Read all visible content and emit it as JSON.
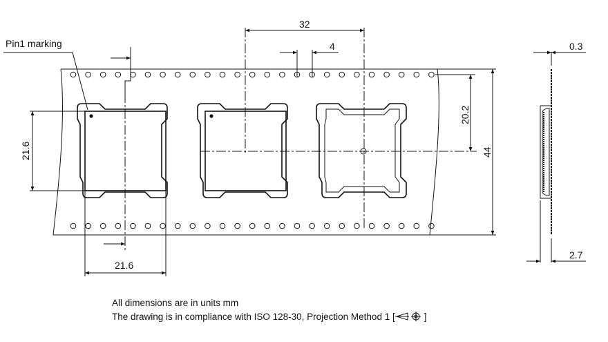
{
  "labels": {
    "pin1": "Pin1 marking",
    "pitch": "32",
    "hole_pitch": "4",
    "hole_to_center": "20.2",
    "tape_width": "44",
    "pocket_height": "21.6",
    "pocket_width": "21.6",
    "tape_thickness": "0.3",
    "pocket_depth": "2.7"
  },
  "notes": {
    "units": "All dimensions are in units mm",
    "compliance": "The drawing is in compliance with ISO 128-30, Projection Method 1 [",
    "compliance_end": "]"
  },
  "icons": {
    "projection": "first-angle-projection-icon"
  }
}
